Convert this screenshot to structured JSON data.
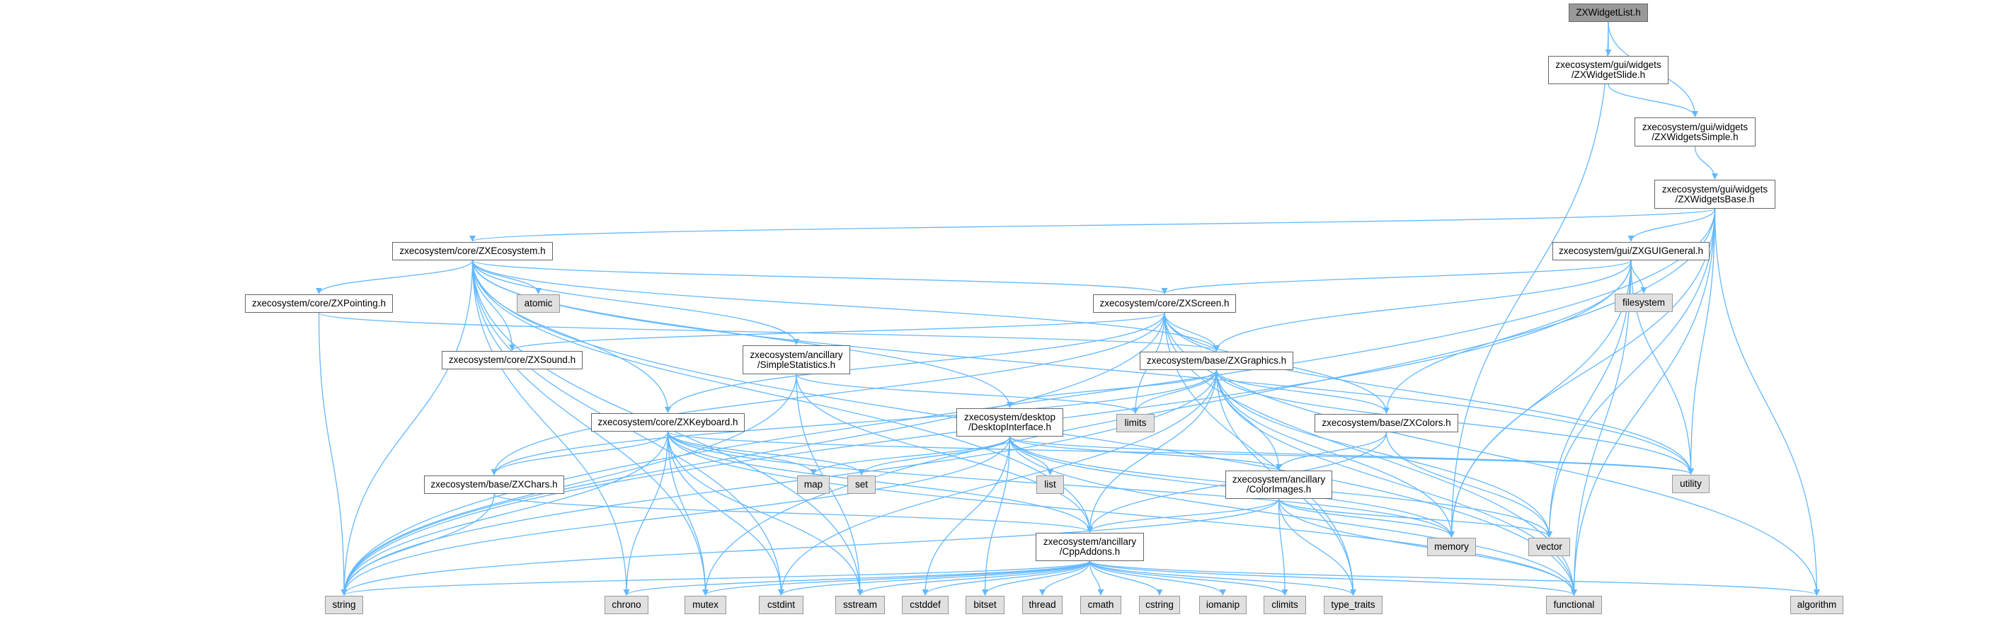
{
  "title": "ZXWidgetList.h",
  "colors": {
    "edge": "#63b8ff",
    "root_fill": "#999999",
    "system_fill": "#e0e0e0",
    "project_fill": "#ffffff"
  },
  "nodes": [
    {
      "id": "root",
      "label": "ZXWidgetList.h",
      "kind": "root"
    },
    {
      "id": "slide",
      "label": "zxecosystem/gui/widgets\n/ZXWidgetSlide.h",
      "kind": "project"
    },
    {
      "id": "simple",
      "label": "zxecosystem/gui/widgets\n/ZXWidgetsSimple.h",
      "kind": "project"
    },
    {
      "id": "base",
      "label": "zxecosystem/gui/widgets\n/ZXWidgetsBase.h",
      "kind": "project"
    },
    {
      "id": "ecosystem",
      "label": "zxecosystem/core/ZXEcosystem.h",
      "kind": "project"
    },
    {
      "id": "guigeneral",
      "label": "zxecosystem/gui/ZXGUIGeneral.h",
      "kind": "project"
    },
    {
      "id": "pointing",
      "label": "zxecosystem/core/ZXPointing.h",
      "kind": "project"
    },
    {
      "id": "atomic",
      "label": "atomic",
      "kind": "system"
    },
    {
      "id": "screen",
      "label": "zxecosystem/core/ZXScreen.h",
      "kind": "project"
    },
    {
      "id": "filesystem",
      "label": "filesystem",
      "kind": "system"
    },
    {
      "id": "sound",
      "label": "zxecosystem/core/ZXSound.h",
      "kind": "project"
    },
    {
      "id": "simplestats",
      "label": "zxecosystem/ancillary\n/SimpleStatistics.h",
      "kind": "project"
    },
    {
      "id": "graphics",
      "label": "zxecosystem/base/ZXGraphics.h",
      "kind": "project"
    },
    {
      "id": "limits",
      "label": "limits",
      "kind": "system"
    },
    {
      "id": "keyboard",
      "label": "zxecosystem/core/ZXKeyboard.h",
      "kind": "project"
    },
    {
      "id": "desktop",
      "label": "zxecosystem/desktop\n/DesktopInterface.h",
      "kind": "project"
    },
    {
      "id": "colors",
      "label": "zxecosystem/base/ZXColors.h",
      "kind": "project"
    },
    {
      "id": "chars",
      "label": "zxecosystem/base/ZXChars.h",
      "kind": "project"
    },
    {
      "id": "map",
      "label": "map",
      "kind": "system"
    },
    {
      "id": "set",
      "label": "set",
      "kind": "system"
    },
    {
      "id": "list",
      "label": "list",
      "kind": "system"
    },
    {
      "id": "colorimages",
      "label": "zxecosystem/ancillary\n/ColorImages.h",
      "kind": "project"
    },
    {
      "id": "utility",
      "label": "utility",
      "kind": "system"
    },
    {
      "id": "memory",
      "label": "memory",
      "kind": "system"
    },
    {
      "id": "vector",
      "label": "vector",
      "kind": "system"
    },
    {
      "id": "cppaddons",
      "label": "zxecosystem/ancillary\n/CppAddons.h",
      "kind": "project"
    },
    {
      "id": "string",
      "label": "string",
      "kind": "system"
    },
    {
      "id": "chrono",
      "label": "chrono",
      "kind": "system"
    },
    {
      "id": "mutex",
      "label": "mutex",
      "kind": "system"
    },
    {
      "id": "cstdint",
      "label": "cstdint",
      "kind": "system"
    },
    {
      "id": "sstream",
      "label": "sstream",
      "kind": "system"
    },
    {
      "id": "cstddef",
      "label": "cstddef",
      "kind": "system"
    },
    {
      "id": "bitset",
      "label": "bitset",
      "kind": "system"
    },
    {
      "id": "thread",
      "label": "thread",
      "kind": "system"
    },
    {
      "id": "cmath",
      "label": "cmath",
      "kind": "system"
    },
    {
      "id": "cstring",
      "label": "cstring",
      "kind": "system"
    },
    {
      "id": "iomanip",
      "label": "iomanip",
      "kind": "system"
    },
    {
      "id": "climits",
      "label": "climits",
      "kind": "system"
    },
    {
      "id": "type_traits",
      "label": "type_traits",
      "kind": "system"
    },
    {
      "id": "functional",
      "label": "functional",
      "kind": "system"
    },
    {
      "id": "algorithm",
      "label": "algorithm",
      "kind": "system"
    }
  ],
  "edges": [
    [
      "root",
      "slide"
    ],
    [
      "root",
      "simple"
    ],
    [
      "root",
      "memory"
    ],
    [
      "slide",
      "simple"
    ],
    [
      "simple",
      "base"
    ],
    [
      "base",
      "ecosystem"
    ],
    [
      "base",
      "guigeneral"
    ],
    [
      "base",
      "string"
    ],
    [
      "base",
      "mutex"
    ],
    [
      "base",
      "utility"
    ],
    [
      "base",
      "vector"
    ],
    [
      "base",
      "memory"
    ],
    [
      "base",
      "functional"
    ],
    [
      "base",
      "algorithm"
    ],
    [
      "guigeneral",
      "screen"
    ],
    [
      "guigeneral",
      "graphics"
    ],
    [
      "guigeneral",
      "colors"
    ],
    [
      "guigeneral",
      "filesystem"
    ],
    [
      "guigeneral",
      "utility"
    ],
    [
      "guigeneral",
      "string"
    ],
    [
      "guigeneral",
      "memory"
    ],
    [
      "guigeneral",
      "vector"
    ],
    [
      "guigeneral",
      "functional"
    ],
    [
      "ecosystem",
      "pointing"
    ],
    [
      "ecosystem",
      "atomic"
    ],
    [
      "ecosystem",
      "sound"
    ],
    [
      "ecosystem",
      "screen"
    ],
    [
      "ecosystem",
      "simplestats"
    ],
    [
      "ecosystem",
      "keyboard"
    ],
    [
      "ecosystem",
      "desktop"
    ],
    [
      "ecosystem",
      "cppaddons"
    ],
    [
      "ecosystem",
      "string"
    ],
    [
      "ecosystem",
      "chrono"
    ],
    [
      "ecosystem",
      "mutex"
    ],
    [
      "ecosystem",
      "cstdint"
    ],
    [
      "ecosystem",
      "sstream"
    ],
    [
      "ecosystem",
      "graphics"
    ],
    [
      "ecosystem",
      "utility"
    ],
    [
      "ecosystem",
      "functional"
    ],
    [
      "pointing",
      "graphics"
    ],
    [
      "pointing",
      "string"
    ],
    [
      "screen",
      "graphics"
    ],
    [
      "screen",
      "colors"
    ],
    [
      "screen",
      "keyboard"
    ],
    [
      "screen",
      "chars"
    ],
    [
      "screen",
      "sound"
    ],
    [
      "screen",
      "limits"
    ],
    [
      "screen",
      "string"
    ],
    [
      "screen",
      "utility"
    ],
    [
      "screen",
      "functional"
    ],
    [
      "screen",
      "type_traits"
    ],
    [
      "screen",
      "algorithm"
    ],
    [
      "simplestats",
      "limits"
    ],
    [
      "simplestats",
      "cppaddons"
    ],
    [
      "simplestats",
      "string"
    ],
    [
      "simplestats",
      "sstream"
    ],
    [
      "graphics",
      "limits"
    ],
    [
      "graphics",
      "desktop"
    ],
    [
      "graphics",
      "colors"
    ],
    [
      "graphics",
      "colorimages"
    ],
    [
      "graphics",
      "cppaddons"
    ],
    [
      "graphics",
      "chars"
    ],
    [
      "graphics",
      "string"
    ],
    [
      "graphics",
      "cstdint"
    ],
    [
      "graphics",
      "memory"
    ],
    [
      "graphics",
      "vector"
    ],
    [
      "graphics",
      "utility"
    ],
    [
      "graphics",
      "functional"
    ],
    [
      "graphics",
      "type_traits"
    ],
    [
      "keyboard",
      "chars"
    ],
    [
      "keyboard",
      "map"
    ],
    [
      "keyboard",
      "set"
    ],
    [
      "keyboard",
      "string"
    ],
    [
      "keyboard",
      "chrono"
    ],
    [
      "keyboard",
      "cstdint"
    ],
    [
      "keyboard",
      "mutex"
    ],
    [
      "keyboard",
      "cppaddons"
    ],
    [
      "keyboard",
      "functional"
    ],
    [
      "keyboard",
      "utility"
    ],
    [
      "keyboard",
      "memory"
    ],
    [
      "keyboard",
      "sstream"
    ],
    [
      "desktop",
      "list"
    ],
    [
      "desktop",
      "map"
    ],
    [
      "desktop",
      "set"
    ],
    [
      "desktop",
      "colorimages"
    ],
    [
      "desktop",
      "string"
    ],
    [
      "desktop",
      "cstddef"
    ],
    [
      "desktop",
      "bitset"
    ],
    [
      "desktop",
      "memory"
    ],
    [
      "desktop",
      "vector"
    ],
    [
      "desktop",
      "functional"
    ],
    [
      "desktop",
      "utility"
    ],
    [
      "colors",
      "colorimages"
    ],
    [
      "colors",
      "vector"
    ],
    [
      "colors",
      "cppaddons"
    ],
    [
      "chars",
      "string"
    ],
    [
      "chars",
      "cppaddons"
    ],
    [
      "colorimages",
      "cppaddons"
    ],
    [
      "colorimages",
      "memory"
    ],
    [
      "colorimages",
      "vector"
    ],
    [
      "colorimages",
      "climits"
    ],
    [
      "colorimages",
      "type_traits"
    ],
    [
      "colorimages",
      "string"
    ],
    [
      "colorimages",
      "functional"
    ],
    [
      "cppaddons",
      "string"
    ],
    [
      "cppaddons",
      "chrono"
    ],
    [
      "cppaddons",
      "mutex"
    ],
    [
      "cppaddons",
      "cstdint"
    ],
    [
      "cppaddons",
      "sstream"
    ],
    [
      "cppaddons",
      "cstddef"
    ],
    [
      "cppaddons",
      "bitset"
    ],
    [
      "cppaddons",
      "thread"
    ],
    [
      "cppaddons",
      "cmath"
    ],
    [
      "cppaddons",
      "cstring"
    ],
    [
      "cppaddons",
      "iomanip"
    ],
    [
      "cppaddons",
      "climits"
    ],
    [
      "cppaddons",
      "type_traits"
    ],
    [
      "cppaddons",
      "functional"
    ],
    [
      "cppaddons",
      "algorithm"
    ]
  ]
}
